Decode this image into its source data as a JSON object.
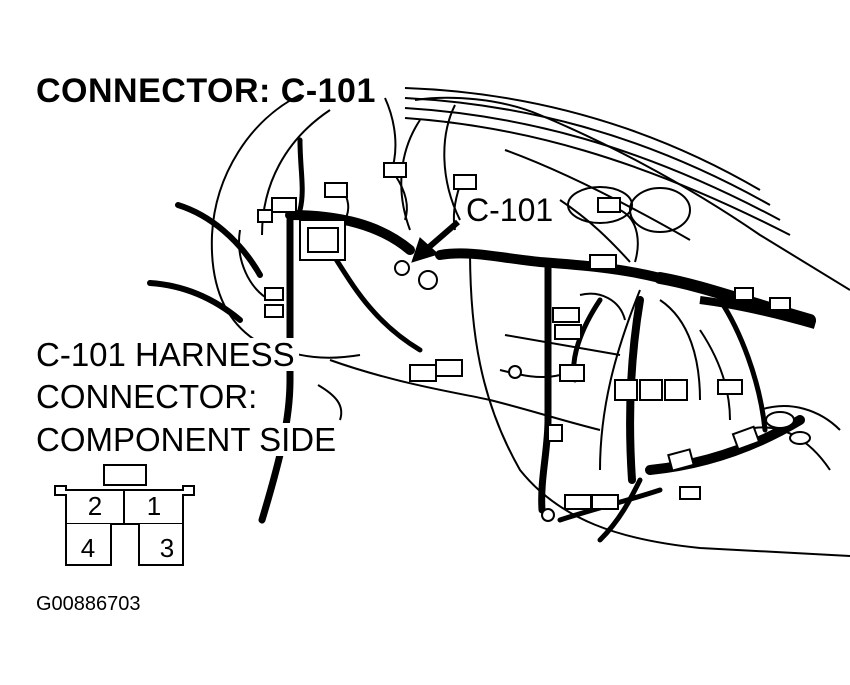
{
  "title": "CONNECTOR: C-101",
  "callout_label": "C-101",
  "harness_label": {
    "line1": "C-101 HARNESS",
    "line2": "CONNECTOR:",
    "line3": "COMPONENT SIDE"
  },
  "connector_pins": {
    "top_left": "2",
    "top_right": "1",
    "bottom_left": "4",
    "bottom_right": "3"
  },
  "figure_id": "G00886703"
}
